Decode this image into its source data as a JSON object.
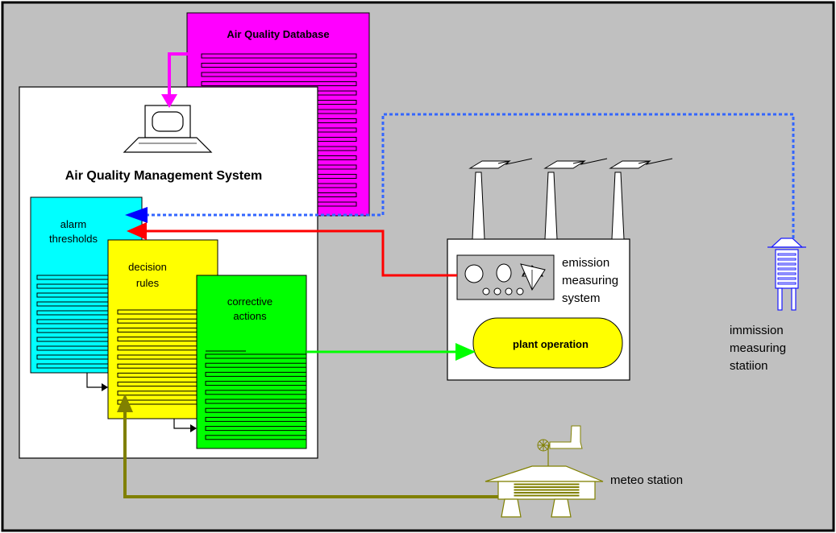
{
  "database": {
    "title": "Air Quality Database"
  },
  "system": {
    "title": "Air Quality Management System"
  },
  "alarm": {
    "line1": "alarm",
    "line2": "thresholds"
  },
  "decision": {
    "line1": "decision",
    "line2": "rules"
  },
  "corrective": {
    "line1": "corrective",
    "line2": "actions"
  },
  "emission": {
    "line1": "emission",
    "line2": "measuring",
    "line3": "system"
  },
  "plant": {
    "label": "plant operation"
  },
  "immission": {
    "line1": "immission",
    "line2": "measuring",
    "line3": "statiion"
  },
  "meteo": {
    "label": "meteo station"
  },
  "colors": {
    "background": "#c0c0c0",
    "database": "#ff00ff",
    "alarm": "#00ffff",
    "decision": "#ffff00",
    "corrective": "#00ff00",
    "plant": "#ffff00",
    "meteo_arrow": "#808000",
    "emission_arrow": "#ff0000",
    "immission_link": "#3366ff",
    "action_arrow": "#00ff00",
    "db_arrow": "#ff00ff"
  }
}
